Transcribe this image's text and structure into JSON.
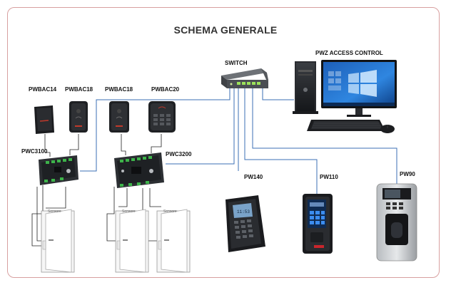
{
  "title": "SCHEMA GENERALE",
  "labels": {
    "switch": "SWITCH",
    "access_control": "PWZ ACCESS CONTROL",
    "reader1": "PWBAC14",
    "reader2": "PWBAC18",
    "reader3": "PWBAC18",
    "reader4": "PWBAC20",
    "panel1": "PWC3100",
    "panel2": "PWC3200",
    "term1": "PW140",
    "term2": "PW110",
    "term3": "PW90"
  },
  "door_text": "Sensore",
  "terminal_screen_time": "11:53",
  "colors": {
    "network_line": "#3b6fb6",
    "wire": "#222222",
    "frame_border": "#d8a0a0",
    "pcb": "#2c2f33"
  }
}
